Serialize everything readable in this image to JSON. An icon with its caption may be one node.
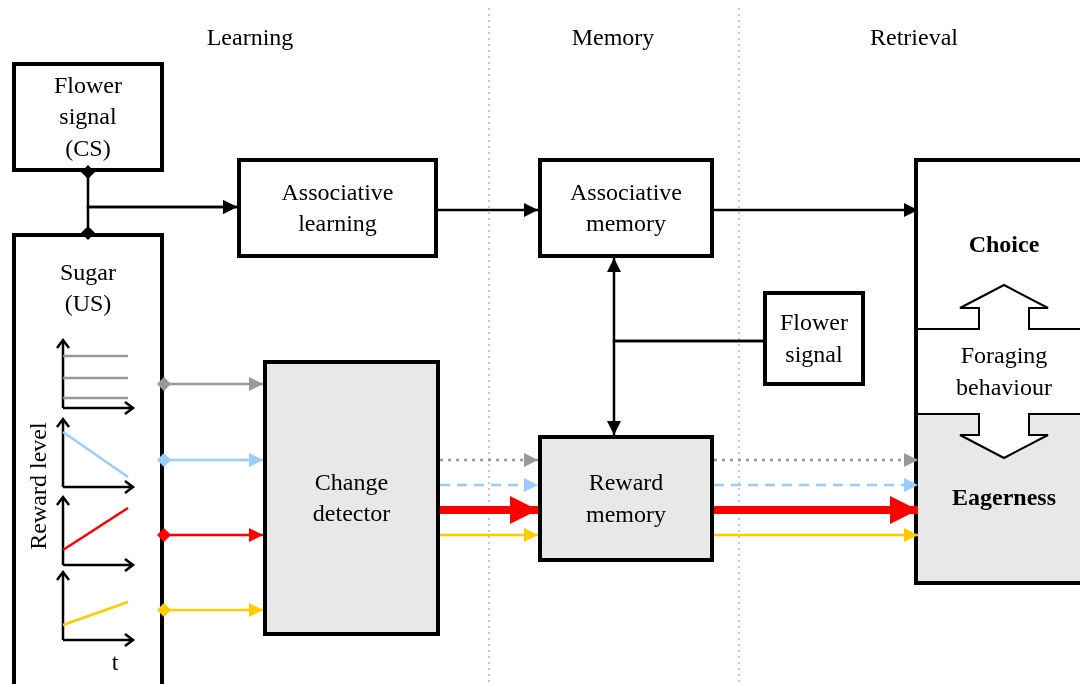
{
  "diagram": {
    "nodes": [
      {
        "text": [
          "Flower signal (CS)"
        ]
      },
      {
        "text": [
          "Sugar (US)"
        ]
      },
      {
        "text": [
          "Associative learning"
        ]
      },
      {
        "text": [
          "Associative memory"
        ]
      },
      {
        "text": [],
        "shape": "box"
      },
      {
        "text": [
          "Choice"
        ],
        "in": 4
      },
      {
        "text": [
          "Foraging behaviour"
        ],
        "in": 4
      },
      {
        "text": [
          "Eagerness"
        ],
        "in": 4
      },
      {
        "text": [
          "Flower signal"
        ]
      },
      {
        "text": [
          "Change detector"
        ]
      },
      {
        "text": [
          "Reward memory"
        ]
      }
    ],
    "edges": [
      {
        "from": 0,
        "to": 2,
        "arrow": "to"
      },
      {
        "from": 1,
        "to": 2,
        "arrow": "to"
      },
      {
        "from": 2,
        "to": 3,
        "arrow": "to"
      },
      {
        "from": 3,
        "to": 5,
        "arrow": "to"
      },
      {
        "from": 8,
        "to": 3,
        "arrow": "to"
      },
      {
        "from": 8,
        "to": 10,
        "arrow": "to"
      },
      {
        "from": 1,
        "to": 9,
        "arrow": "to",
        "color": "#999999"
      },
      {
        "from": 1,
        "to": 9,
        "arrow": "to",
        "color": "#99ccff"
      },
      {
        "from": 1,
        "to": 9,
        "arrow": "to",
        "color": "#ff0000"
      },
      {
        "from": 1,
        "to": 9,
        "arrow": "to",
        "color": "#ffcc00"
      },
      {
        "from": 9,
        "to": 10,
        "arrow": "to",
        "style": "dashed",
        "color": "#999999"
      },
      {
        "from": 9,
        "to": 10,
        "arrow": "to",
        "style": "dashed",
        "color": "#99ccff"
      },
      {
        "from": 9,
        "to": 10,
        "arrow": "to",
        "style": "thick",
        "color": "#ff0000"
      },
      {
        "from": 9,
        "to": 10,
        "arrow": "to",
        "color": "#ffcc00"
      },
      {
        "from": 10,
        "to": 7,
        "arrow": "to",
        "style": "dashed",
        "color": "#999999"
      },
      {
        "from": 10,
        "to": 7,
        "arrow": "to",
        "style": "dashed",
        "color": "#99ccff"
      },
      {
        "from": 10,
        "to": 7,
        "arrow": "to",
        "style": "thick",
        "color": "#ff0000"
      },
      {
        "from": 10,
        "to": 7,
        "arrow": "to",
        "color": "#ffcc00"
      },
      {
        "from": 6,
        "to": 5,
        "arrow": "to"
      },
      {
        "from": 6,
        "to": 7,
        "arrow": "to"
      }
    ],
    "labels": [
      "Learning",
      "Memory",
      "Retrieval",
      "Reward level",
      "t"
    ]
  }
}
